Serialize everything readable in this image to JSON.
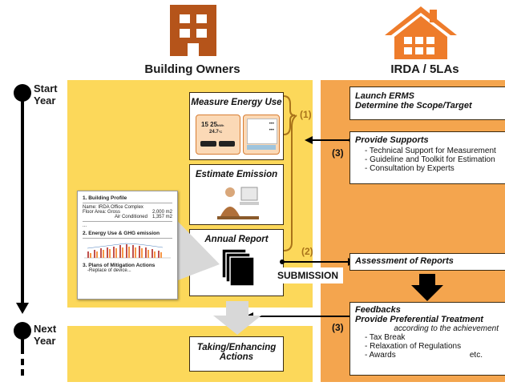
{
  "columns": {
    "left_title": "Building Owners",
    "right_title": "IRDA / 5LAs"
  },
  "timeline": {
    "start_label_1": "Start",
    "start_label_2": "Year",
    "next_label_1": "Next",
    "next_label_2": "Year"
  },
  "owner_steps": {
    "measure": "Measure Energy Use",
    "estimate": "Estimate Emission",
    "annual": "Annual Report",
    "taking_1": "Taking/Enhancing",
    "taking_2": "Actions"
  },
  "meter": {
    "time": "15 25",
    "time_unit": "kWh",
    "temp": "24.7",
    "temp_unit": "°C",
    "dots": "•••"
  },
  "submission": "SUBMISSION",
  "markers": {
    "m1": "(1)",
    "m2": "(2)",
    "m3a": "(3)",
    "m3b": "(3)"
  },
  "irda": {
    "launch_1": "Launch ERMS",
    "launch_2": "Determine the Scope/Target",
    "supports_title": "Provide Supports",
    "supports_items": [
      "- Technical Support for Measurement",
      "- Guideline and Toolkit for Estimation",
      "- Consultation by Experts"
    ],
    "assessment": "Assessment of Reports",
    "feedbacks": "Feedbacks",
    "preferential": "Provide Preferential Treatment",
    "according": "according to the achievement",
    "pref_items": [
      "- Tax Break",
      "- Relaxation of Regulations",
      "- Awards"
    ],
    "etc": "etc."
  },
  "report_doc": {
    "s1": "1. Building Profile",
    "name": "Name: IRDA Office Complex",
    "floor": "Floor Area: Gross",
    "gross_val": "2,000 m2",
    "ac": "Air Conditioned",
    "ac_val": "1,357 m2",
    "dots": "...",
    "s2": "2. Energy Use & GHG emission",
    "s3": "3. Plans of Mitigation Actions",
    "replace": "-Replace of device..."
  },
  "colors": {
    "yellow": "#fcd85a",
    "orange": "#f4a54e",
    "building_brown": "#b5541a",
    "house_orange": "#ee7c2b",
    "bracket": "#a9731a"
  }
}
